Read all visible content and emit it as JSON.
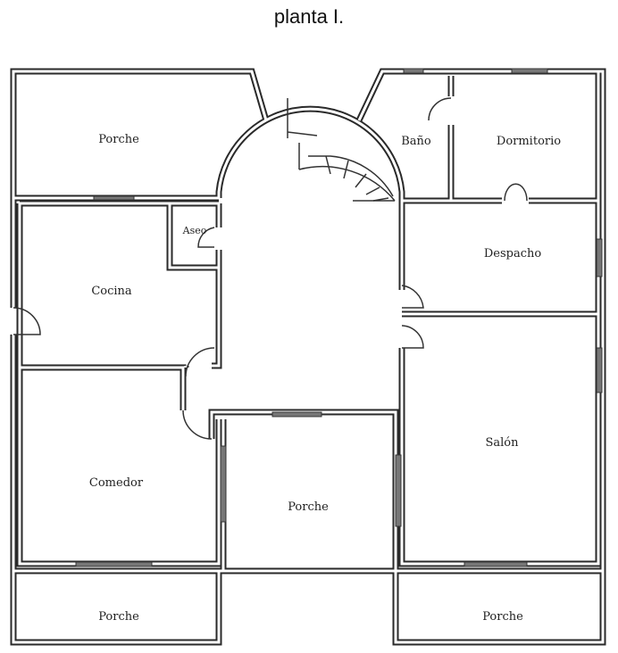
{
  "title": "planta I.",
  "rooms": {
    "porche_top": "Porche",
    "bano": "Baño",
    "dormitorio": "Dormitorio",
    "aseo": "Aseo",
    "cocina": "Cocina",
    "despacho": "Despacho",
    "salon": "Salón",
    "comedor": "Comedor",
    "porche_center": "Porche",
    "porche_bottom_left": "Porche",
    "porche_bottom_right": "Porche"
  }
}
